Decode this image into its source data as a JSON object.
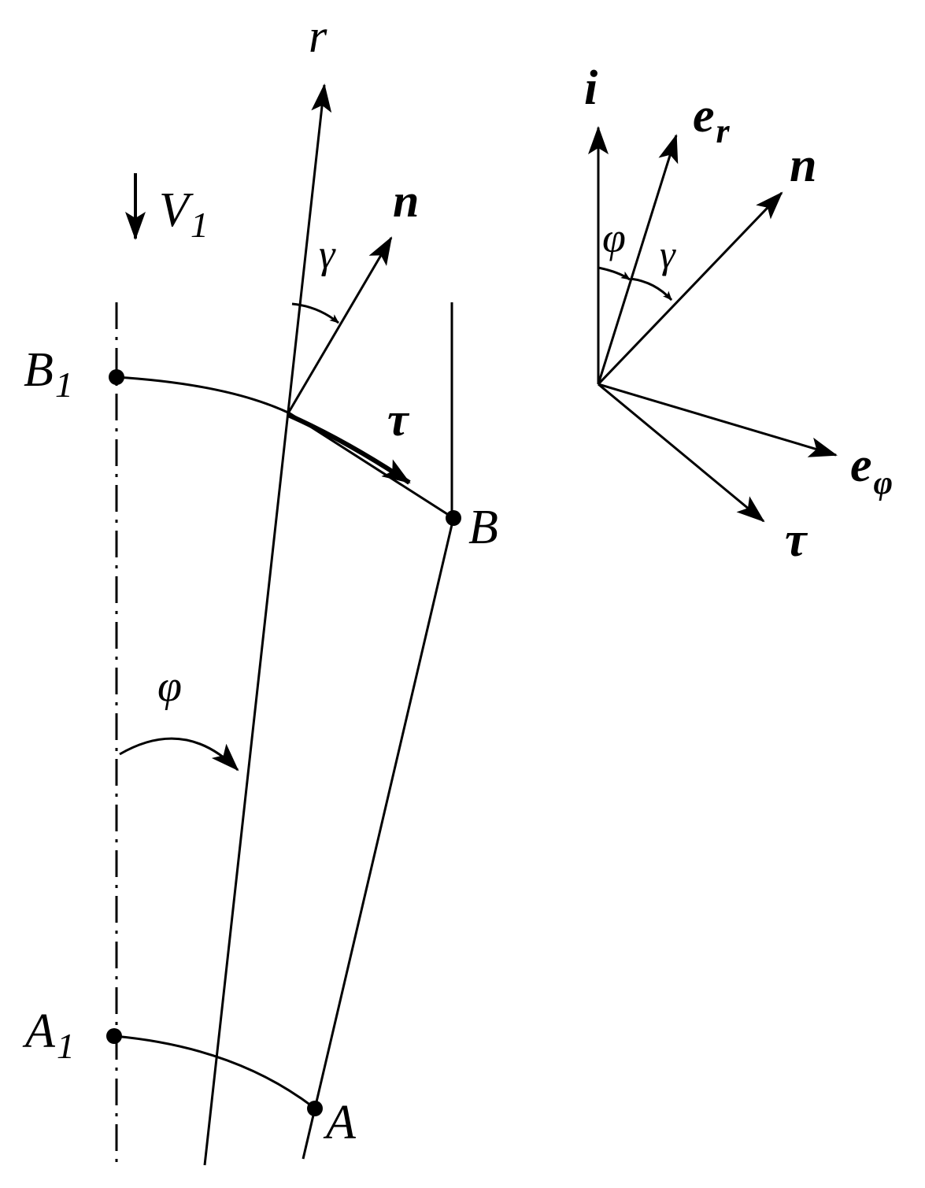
{
  "labels": {
    "r": "r",
    "n_left": "n",
    "gamma_left": "γ",
    "tau_left": "τ",
    "v1": "V",
    "v1_sub": "1",
    "b1": "B",
    "b1_sub": "1",
    "b": "B",
    "phi_left": "φ",
    "a1": "A",
    "a1_sub": "1",
    "a": "A",
    "i": "i",
    "er": "e",
    "er_sub": "r",
    "n_right": "n",
    "phi_right": "φ",
    "gamma_right": "γ",
    "ephi": "e",
    "ephi_sub": "φ",
    "tau_right": "τ"
  }
}
